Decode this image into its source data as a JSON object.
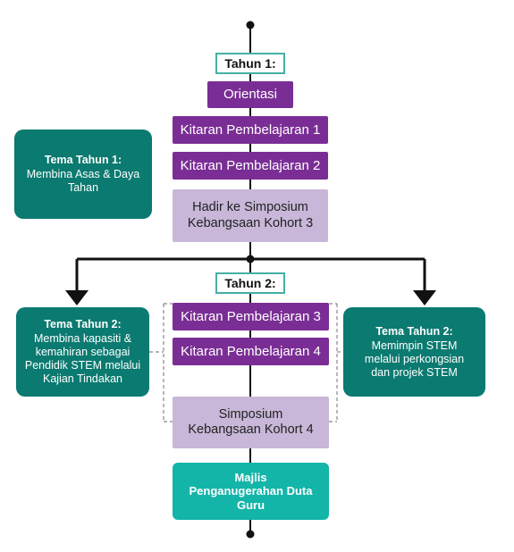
{
  "year1": {
    "label": "Tahun 1:",
    "steps": [
      "Orientasi",
      "Kitaran Pembelajaran 1",
      "Kitaran Pembelajaran 2"
    ],
    "symposium": "Hadir ke Simposium Kebangsaan Kohort 3",
    "theme": {
      "title": "Tema Tahun 1:",
      "description": "Membina Asas & Daya Tahan"
    }
  },
  "year2": {
    "label": "Tahun 2:",
    "steps": [
      "Kitaran Pembelajaran 3",
      "Kitaran Pembelajaran 4"
    ],
    "symposium": "Simposium Kebangsaan Kohort 4",
    "theme_left": {
      "title": "Tema Tahun 2:",
      "description": "Membina kapasiti & kemahiran sebagai Pendidik STEM melalui Kajian Tindakan"
    },
    "theme_right": {
      "title": "Tema Tahun 2:",
      "description": "Memimpin STEM melalui perkongsian dan projek STEM"
    }
  },
  "final": {
    "label": "Majlis Penganugerahan Duta Guru"
  },
  "colors": {
    "purple": "#7a2e95",
    "lavender": "#c8b7d8",
    "teal_dark": "#0b7a70",
    "teal_light": "#13b5a8",
    "label_border": "#45b0a3"
  }
}
